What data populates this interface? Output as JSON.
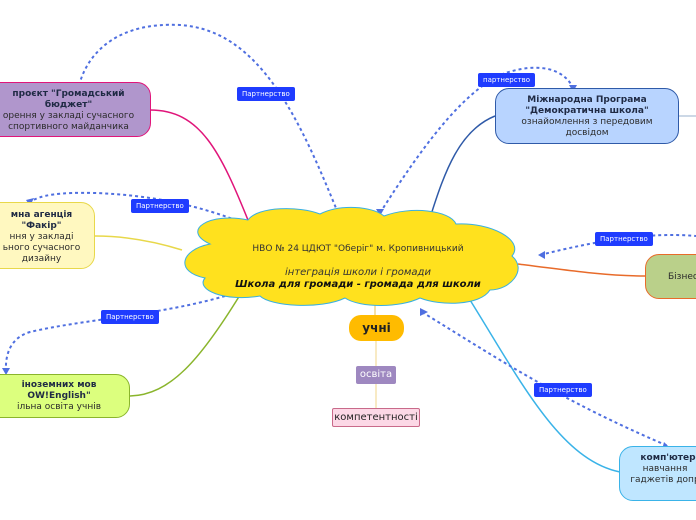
{
  "center": {
    "line1": "НВО № 24 ЦДЮТ \"Оберіг\" м. Кропивницький",
    "line2": "інтеграція школи і громади",
    "line3": "Школа для громади  - громада для школи"
  },
  "branches": {
    "budget": {
      "title": "проєкт \"Громадський бюджет\"",
      "desc": "орення у закладі сучасного спортивного майданчика"
    },
    "agency": {
      "title": "мна агенція \"Факір\"",
      "desc": "ння у закладі ьного сучасного дизайну"
    },
    "english": {
      "title": "іноземних мов OW!English\"",
      "desc": "ільна освіта учнів"
    },
    "democratic": {
      "title": "Міжнародна Програма \"Демократична школа\"",
      "desc": "ознайомлення з передовим досвідом"
    },
    "business": {
      "title": "Бізнес"
    },
    "computer": {
      "title": "комп'ютер",
      "desc": "навчання гаджетів допр"
    }
  },
  "badges": {
    "b1": "Партнерство",
    "b2": "партнерство",
    "b3": "Партнерство",
    "b4": "Партнерство",
    "b5": "Партнерство",
    "b6": "Партнерство"
  },
  "pupils": {
    "label": "учні",
    "education": "освіта",
    "competences": "компетентності"
  }
}
